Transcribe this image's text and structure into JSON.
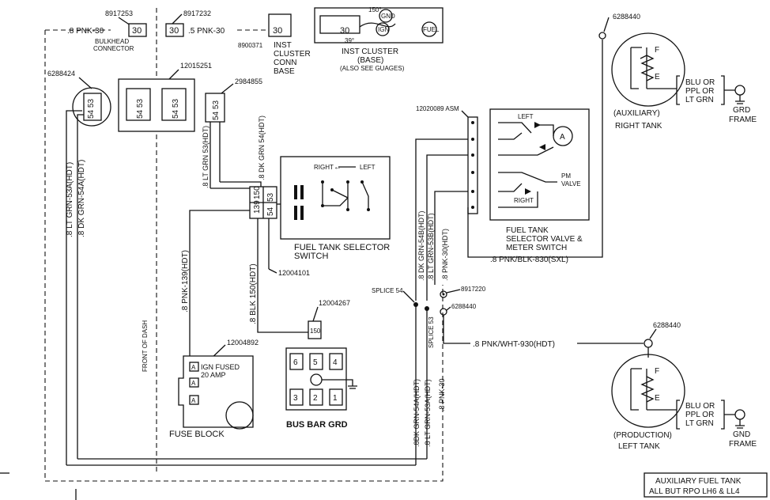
{
  "parts": {
    "p8917253": "8917253",
    "p8917232": "8917232",
    "p8900371": "8900371",
    "p6288440": "6288440",
    "p6288424": "6288424",
    "p12015251": "12015251",
    "p2984855": "2984855",
    "p12020089": "12020089 ASM",
    "p12004101": "12004101",
    "p12004267": "12004267",
    "p12004892": "12004892",
    "p8917220": "8917220"
  },
  "wires": {
    "pnk30_a": ".8 PNK-30",
    "pnk30_b": ".5 PNK-30",
    "lt_grn_53a": ".8 LT GRN-53A(HDT)",
    "dk_grn_54a": ".8 DK GRN-54A(HDT)",
    "lt_grn_53": ".8 LT GRN 53(HDT)",
    "dk_grn_54": ".8 DK GRN 54(HDT)",
    "pnk_139": ".8 PNK-139(HDT)",
    "blk_150": ".8 BLK 150(HDT)",
    "dk_grn_54b": ".8 DK GRN-54B(HDT)",
    "lt_grn_53b": ".8 LT GRN-53B(HDT)",
    "pnk30_hdt": ".8 PNK-30(HDT)",
    "pnk_blk_830": ".8 PNK/BLK-830(SXL)",
    "pnk_wht_930": ".8 PNK/WHT-930(HDT)",
    "dk_grn_54a2": ".8DK GRN-54A(HDT)",
    "lt_grn_53a2": ".8 LT GRN-53A(HDT)",
    "pnk30_c": ".8 PNK-30"
  },
  "pins": {
    "p30": "30",
    "p54": "54",
    "p53": "53",
    "p139": "139",
    "p150": "150",
    "bus": [
      "6",
      "5",
      "4",
      "3",
      "2",
      "1"
    ]
  },
  "labels": {
    "bulkhead": "BULKHEAD",
    "connector": "CONNECTOR",
    "inst": "INST",
    "cluster": "CLUSTER",
    "conn": "CONN",
    "base": "BASE",
    "inst_cluster": "INST CLUSTER",
    "base_paren": "(BASE)",
    "see_gauges": "(ALSO SEE GUAGES)",
    "v150": "150°",
    "v39": "39°",
    "gnd_small": "GND",
    "ign": "IGN",
    "fuel": "FUEL",
    "f": "F",
    "e": "E",
    "blu_or": "BLU OR",
    "ppl_or": "PPL OR",
    "lt_grn": "LT GRN",
    "grd": "GRD",
    "frame": "FRAME",
    "auxiliary": "(AUXILIARY)",
    "right_tank": "RIGHT TANK",
    "production": "(PRODUCTION)",
    "left_tank": "LEFT TANK",
    "gnd": "GND",
    "frame2": "FRAME",
    "right": "RIGHT",
    "left": "LEFT",
    "left_arrow": "←",
    "fuel_tank_selector": "FUEL TANK SELECTOR",
    "switch": "SWITCH",
    "left_valve": "LEFT",
    "right_valve": "RIGHT",
    "a": "A",
    "pm": "PM",
    "valve": "VALVE",
    "fuel_tank": "FUEL TANK",
    "selector_valve": "SELECTOR VALVE &",
    "meter_switch": "METER SWITCH",
    "front_of_dash": "FRONT OF DASH",
    "splice54": "SPLICE 54",
    "splice53": "SPLICE 53",
    "ign_fused": "IGN FUSED",
    "amp20": "20 AMP",
    "fuse_block": "FUSE BLOCK",
    "bus_bar_grd": "BUS BAR GRD",
    "fuse_a": "A"
  },
  "caption": {
    "line1": "AUXILIARY FUEL TANK",
    "line2": "ALL BUT RPO LH6 & LL4"
  }
}
